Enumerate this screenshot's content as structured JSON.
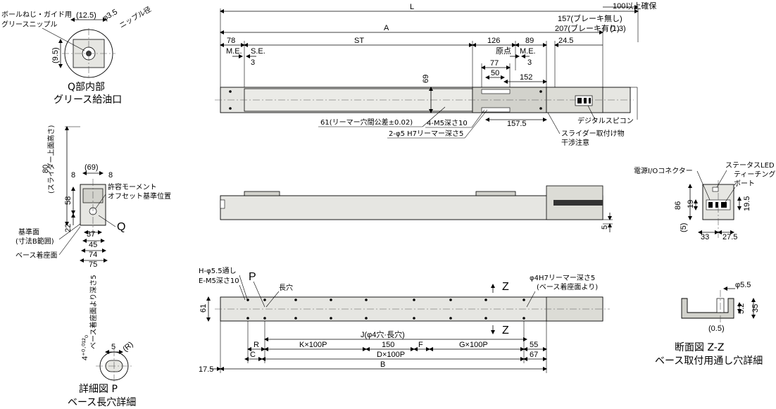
{
  "top_view": {
    "dims": {
      "L": "L",
      "A": "A",
      "ST": "ST",
      "d78": "78",
      "d126": "126",
      "d89": "89",
      "d157_brake_none": "157(ブレーキ無し)",
      "d207_brake": "207(ブレーキ有り)",
      "d100": "100以上確保",
      "d1_3": "(1.3)",
      "d24_5": "24.5",
      "d77": "77",
      "d50": "50",
      "d152": "152",
      "d69": "69",
      "d157_5": "157.5",
      "me_left": "M.E.",
      "se": "S.E.",
      "three_left": "3",
      "origin": "原点",
      "me_right": "M.E.",
      "three_right": "3"
    },
    "callouts": {
      "reamer_tol": "61(リーマー穴間公差±0.02)",
      "m5": "4-M5深さ10",
      "phi5": "2-φ5 H7リーマー深さ5",
      "digital": "デジタルスピコン",
      "interfere_1": "スライダー取付け物",
      "interfere_2": "干渉注意"
    }
  },
  "q_detail": {
    "labels": {
      "grease_1": "ボールねじ・ガイド用",
      "grease_2": "グリースニップル",
      "d12_5": "(12.5)",
      "phi3_5": "φ3.5",
      "nipple": "ニップル径",
      "d9_5": "(9.5)"
    },
    "caption_1": "Q部内部",
    "caption_2": "グリース給油口"
  },
  "left_end_view": {
    "labels": {
      "d80": "80",
      "slider_top": "(スライダー上面高さ)",
      "d8a": "8",
      "d69": "(69)",
      "d8b": "8",
      "moment_1": "許容モーメント",
      "moment_2": "オフセット基準位置",
      "d58": "58",
      "d22": "22",
      "d37": "37",
      "d45": "45",
      "d74": "74",
      "d75": "75",
      "q": "Q",
      "ref_1": "基準面",
      "ref_2": "(寸法B範囲)",
      "base": "ベース着座面"
    }
  },
  "side_view": {
    "labels": {
      "d5": "5"
    }
  },
  "right_end_view": {
    "labels": {
      "power": "電源I/Oコネクター",
      "status": "ステータスLED",
      "teach_1": "ティーチング",
      "teach_2": "ボート",
      "d86": "86",
      "d19": "19",
      "d19_5": "19.5",
      "d5": "(5)",
      "d33": "33",
      "d27_5": "27.5"
    }
  },
  "bottom_view": {
    "labels": {
      "h_hole": "H-φ5.5通し",
      "e_m5": "E-M5深さ10",
      "p": "P",
      "slot": "長穴",
      "z_top": "Z",
      "z_bottom": "Z",
      "phi4_1": "φ4H7リーマー深さ5",
      "phi4_2": "(ベース着座面より)",
      "d61": "61",
      "j": "J(φ4穴·長穴)",
      "r": "R",
      "k": "K×100P",
      "d150": "150",
      "f": "F",
      "g": "G×100P",
      "d55": "55",
      "c": "C",
      "d": "D×100P",
      "d67": "67",
      "d17_5": "17.5",
      "b": "B"
    }
  },
  "p_detail": {
    "labels": {
      "tol": "4⁺⁰·⁰¹²₀",
      "depth": "ベース着座面より深さ5",
      "d5": "5",
      "r": "(R)"
    },
    "caption_1": "詳細図 P",
    "caption_2": "ベース長穴詳細"
  },
  "section_zz": {
    "labels": {
      "phi5_5": "φ5.5",
      "d5_2": "5.2",
      "d35": "35",
      "d0_5": "(0.5)"
    },
    "caption_1": "断面図 Z-Z",
    "caption_2": "ベース取付用通し穴詳細"
  }
}
